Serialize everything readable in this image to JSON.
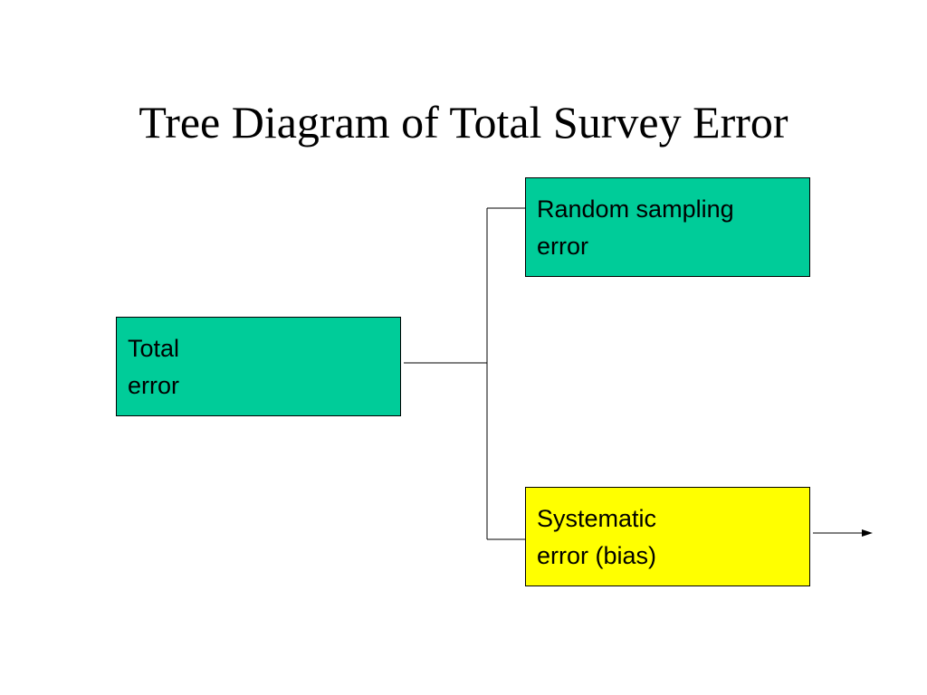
{
  "slide": {
    "title": "Tree Diagram of Total Survey Error"
  },
  "nodes": {
    "total": {
      "line1": "Total",
      "line2": "error",
      "color": "#00CC99"
    },
    "random": {
      "line1": "Random sampling",
      "line2": "error",
      "color": "#00CC99"
    },
    "systematic": {
      "line1": "Systematic",
      "line2": "error (bias)",
      "color": "#FFFF00"
    }
  },
  "icons": {
    "outgoing_arrow": "arrow-right-icon"
  }
}
